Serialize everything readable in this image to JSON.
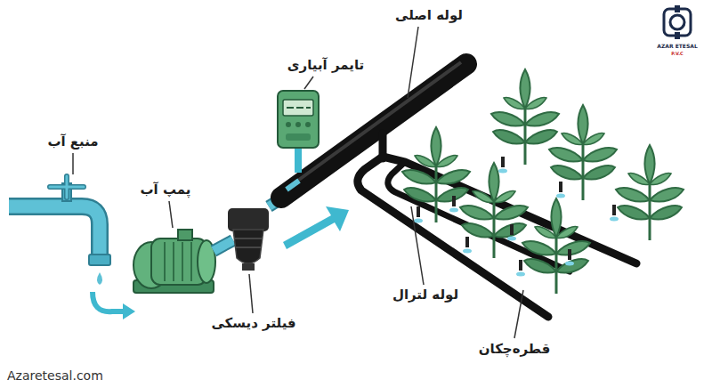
{
  "diagram": {
    "labels": [
      "منبع آب",
      "پمپ آب",
      "فیلتر دیسکی",
      "تایمر آبیاری",
      "لوله اصلی",
      "لوله لترال",
      "قطره‌چکان",
      "Azaretesal.com",
      "AZAR ETESAL",
      "P.V.C"
    ]
  }
}
